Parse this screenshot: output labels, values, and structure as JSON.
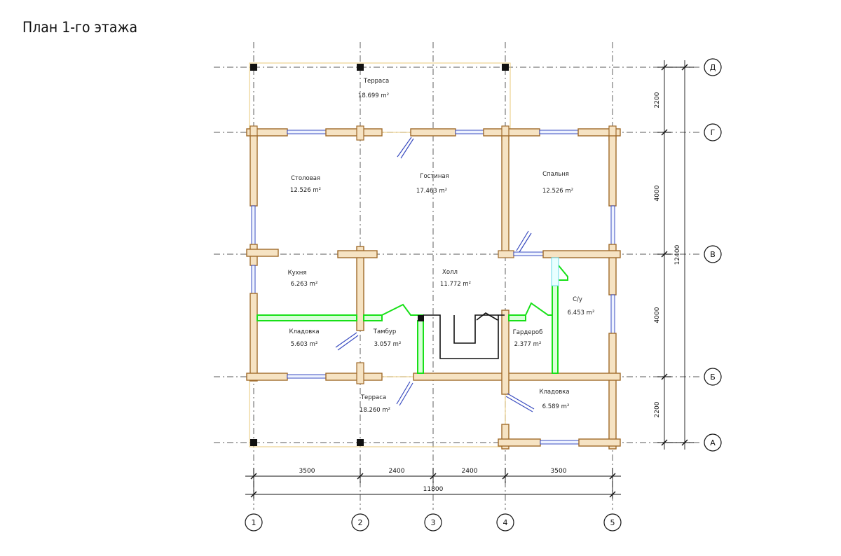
{
  "title": "План 1-го этажа",
  "rooms": [
    {
      "id": "terrace-top",
      "name": "Терраса",
      "area": "18.699"
    },
    {
      "id": "dining",
      "name": "Столовая",
      "area": "12.526"
    },
    {
      "id": "living",
      "name": "Гостиная",
      "area": "17.463"
    },
    {
      "id": "bedroom",
      "name": "Спальня",
      "area": "12.526"
    },
    {
      "id": "kitchen",
      "name": "Кухня",
      "area": "6.263"
    },
    {
      "id": "hall",
      "name": "Холл",
      "area": "11.772"
    },
    {
      "id": "bathroom",
      "name": "С/у",
      "area": "6.453"
    },
    {
      "id": "pantry-left",
      "name": "Кладовка",
      "area": "5.603"
    },
    {
      "id": "vestibule",
      "name": "Тамбур",
      "area": "3.057"
    },
    {
      "id": "wardrobe",
      "name": "Гардероб",
      "area": "2.377"
    },
    {
      "id": "pantry-right",
      "name": "Кладовка",
      "area": "6.589"
    },
    {
      "id": "terrace-bottom",
      "name": "Терраса",
      "area": "18.260"
    }
  ],
  "area_unit": "m²",
  "axes_vertical": [
    "1",
    "2",
    "3",
    "4",
    "5"
  ],
  "axes_horizontal": [
    "Д",
    "Г",
    "В",
    "Б",
    "А"
  ],
  "dims_bottom": [
    "3500",
    "2400",
    "2400",
    "3500"
  ],
  "dim_total_bottom": "11800",
  "dims_right": [
    "2200",
    "4000",
    "4000",
    "2200"
  ],
  "dim_total_right": "12400",
  "colors": {
    "wall_fill": "#f6e3c3",
    "wall_stroke": "#a06b2b",
    "window": "#3a4cc0",
    "partition": "#18e018",
    "grid": "#7a7a7a"
  }
}
